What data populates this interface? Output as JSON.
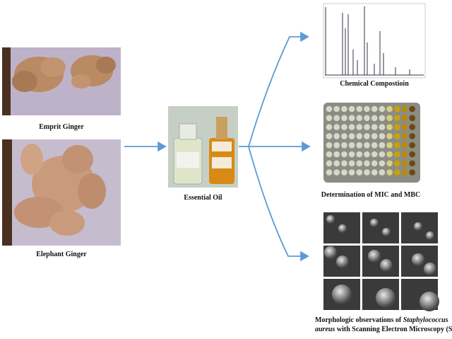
{
  "inputs": {
    "emprit_label": "Emprit Ginger",
    "elephant_label": "Elephant Ginger"
  },
  "center": {
    "oil_label": "Essential Oil"
  },
  "outputs": {
    "chem_label": "Chemical Compostioin",
    "mic_label": "Determination of MIC and MBC",
    "sem_label_1": "Morphologic observations of ",
    "sem_label_species": "Staphylococcus",
    "sem_label_2": "aureus",
    "sem_label_3": " with Scanning Electron Microscopy (SEM)"
  },
  "colors": {
    "arrow": "#5b9bd5",
    "ginger": "#b98a63",
    "oil_clear": "#dfe6c8",
    "oil_amber": "#d98a16"
  }
}
